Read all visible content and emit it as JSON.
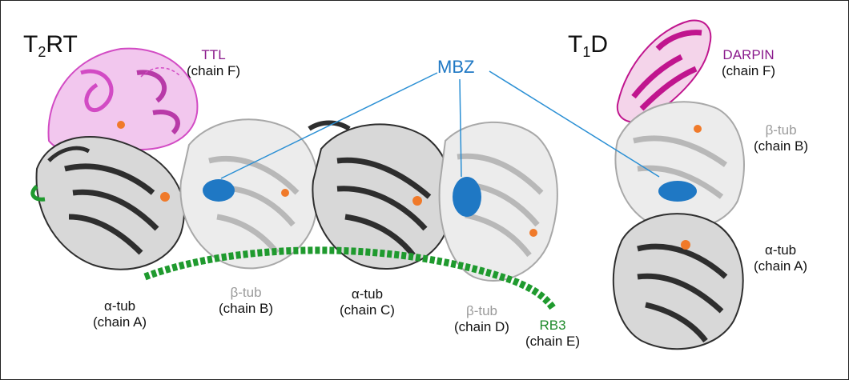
{
  "complexes": {
    "left": {
      "name": "T",
      "subscript": "2",
      "suffix": "RT"
    },
    "right": {
      "name": "T",
      "subscript": "1",
      "suffix": "D"
    }
  },
  "labels": {
    "ttl": {
      "name": "TTL",
      "chain": "(chain F)"
    },
    "darpin": {
      "name": "DARPIN",
      "chain": "(chain F)"
    },
    "mbz": "MBZ",
    "left_alpha_a": {
      "name": "α-tub",
      "chain": "(chain A)"
    },
    "left_beta_b": {
      "name": "β-tub",
      "chain": "(chain B)"
    },
    "left_alpha_c": {
      "name": "α-tub",
      "chain": "(chain C)"
    },
    "left_beta_d": {
      "name": "β-tub",
      "chain": "(chain D)"
    },
    "rb3": {
      "name": "RB3",
      "chain": "(chain E)"
    },
    "right_beta_b": {
      "name": "β-tub",
      "chain": "(chain B)"
    },
    "right_alpha_a": {
      "name": "α-tub",
      "chain": "(chain A)"
    }
  },
  "colors": {
    "alpha": "#2e2e2e",
    "beta": "#c4c4c4",
    "ttl": "#d24bc4",
    "darpin": "#c0158e",
    "rb3": "#1f9a2e",
    "mbz": "#1f78c4",
    "ligand": "#f07a2a"
  }
}
